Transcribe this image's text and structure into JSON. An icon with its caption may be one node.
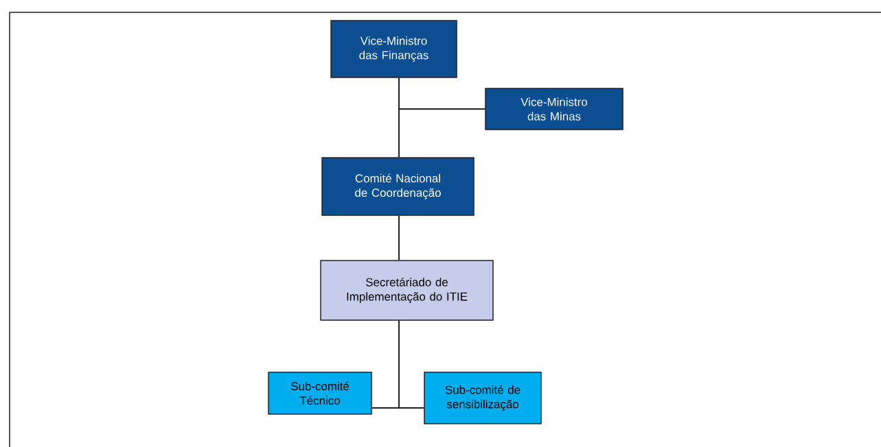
{
  "diagram": {
    "nodes": [
      {
        "text": [
          "Vice-Ministro das Finanças"
        ]
      },
      {
        "text": [
          "Vice-Ministro das Minas"
        ]
      },
      {
        "text": [
          "Comité Nacional de Coordenação"
        ]
      },
      {
        "text": [
          "Secretáriado de Implementação do ITIE"
        ]
      },
      {
        "text": [
          "Sub-comité Técnico"
        ]
      },
      {
        "text": [
          "Sub-comité de sensibilização"
        ]
      }
    ],
    "edges": [
      {
        "from": 0,
        "to": 1,
        "arrow": "none"
      },
      {
        "from": 0,
        "to": 2,
        "arrow": "none"
      },
      {
        "from": 2,
        "to": 3,
        "arrow": "none"
      },
      {
        "from": 3,
        "to": 4,
        "arrow": "none"
      },
      {
        "from": 3,
        "to": 5,
        "arrow": "none"
      }
    ]
  }
}
